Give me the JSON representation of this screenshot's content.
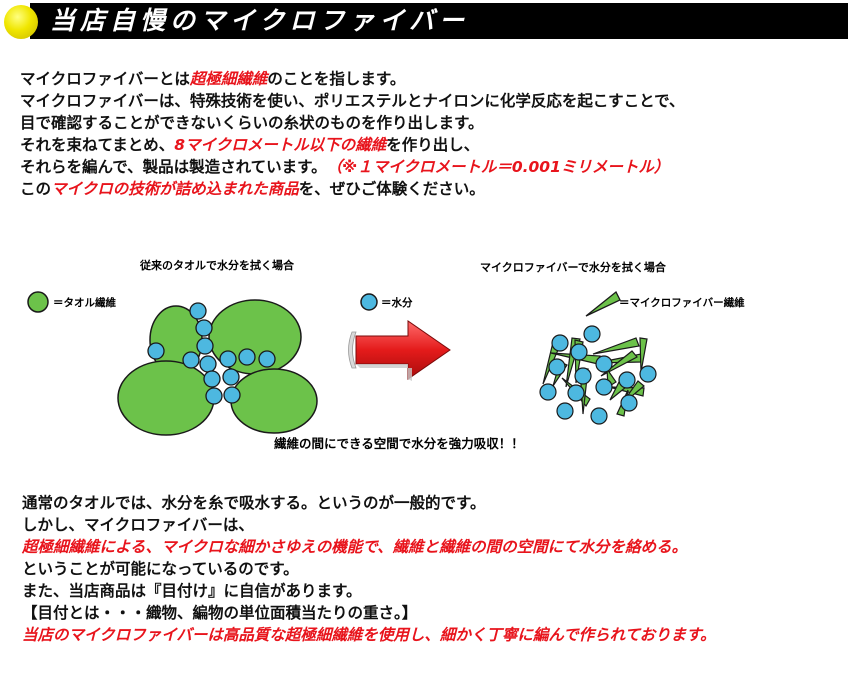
{
  "header": {
    "title": "当店自慢のマイクロファイバー"
  },
  "intro": {
    "lines": [
      {
        "segments": [
          {
            "text": "マイクロファイバーとは",
            "red": false
          },
          {
            "text": "超極細繊維",
            "red": true
          },
          {
            "text": "のことを指します。",
            "red": false
          }
        ]
      },
      {
        "segments": [
          {
            "text": "マイクロファイバーは、特殊技術を使い、ポリエステルとナイロンに化学反応を起こすことで、",
            "red": false
          }
        ]
      },
      {
        "segments": [
          {
            "text": "目で確認することができないくらいの糸状のものを作り出します。",
            "red": false
          }
        ]
      },
      {
        "segments": [
          {
            "text": "それを束ねてまとめ、",
            "red": false
          },
          {
            "text": "8マイクロメートル以下の繊維",
            "red": true
          },
          {
            "text": "を作り出し、",
            "red": false
          }
        ]
      },
      {
        "segments": [
          {
            "text": "それらを編んで、製品は製造されています。　",
            "red": false
          },
          {
            "text": "（※１マイクロメートル＝0.001ミリメートル）",
            "red": true
          }
        ]
      },
      {
        "segments": [
          {
            "text": "この",
            "red": false
          },
          {
            "text": "マイクロの技術が詰め込まれた商品",
            "red": true
          },
          {
            "text": "を、ぜひご体験ください。",
            "red": false
          }
        ]
      }
    ]
  },
  "diagram": {
    "left_title": "従来のタオルで水分を拭く場合",
    "right_title": "マイクロファイバーで水分を拭く場合",
    "legend_towel": "＝タオル繊維",
    "legend_water": "＝水分",
    "legend_micro": "＝マイクロファイバー繊維",
    "caption": "繊維の間にできる空間で水分を強力吸収！！",
    "colors": {
      "fiber": "#6cc24a",
      "water": "#4db8e0",
      "arrow": "#e41b1b",
      "stroke": "#1a1a1a"
    }
  },
  "bottom": {
    "lines": [
      {
        "segments": [
          {
            "text": "通常のタオルでは、水分を糸で吸水する。というのが一般的です。",
            "red": false
          }
        ]
      },
      {
        "segments": [
          {
            "text": "しかし、マイクロファイバーは、",
            "red": false
          }
        ]
      },
      {
        "segments": [
          {
            "text": "超極細繊維による、マイクロな細かさゆえの機能で、繊維と繊維の間の空間にて水分を絡める。",
            "red": true
          }
        ]
      },
      {
        "segments": [
          {
            "text": "ということが可能になっているのです。",
            "red": false
          }
        ]
      },
      {
        "segments": [
          {
            "text": "また、当店商品は『目付け』に自信があります。",
            "red": false
          }
        ]
      },
      {
        "segments": [
          {
            "text": "【目付とは・・・織物、編物の単位面積当たりの重さ。】",
            "red": false
          }
        ]
      },
      {
        "segments": [
          {
            "text": "当店のマイクロファイバーは高品質な超極細繊維を使用し、細かく丁寧に編んで作られております。",
            "red": true
          }
        ]
      }
    ]
  }
}
